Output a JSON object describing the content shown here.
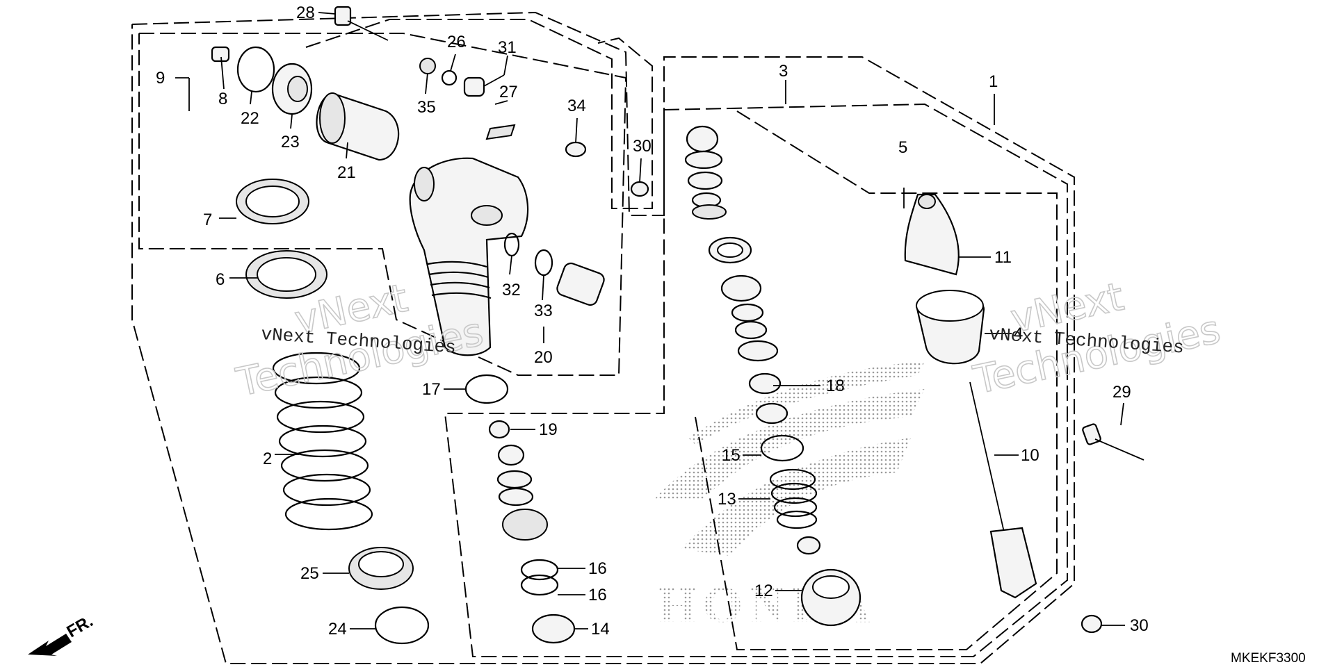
{
  "diagram_code": "MKEKF3300",
  "watermark": {
    "brand_top": "vNext",
    "brand_bottom": "Technologies",
    "caption": "vNext Technologies"
  },
  "logo_text": "HONDA",
  "front_label": "FR.",
  "callouts": {
    "c1": "1",
    "c2": "2",
    "c3": "3",
    "c4": "4",
    "c5": "5",
    "c6": "6",
    "c7": "7",
    "c8": "8",
    "c9": "9",
    "c10": "10",
    "c11": "11",
    "c12": "12",
    "c13": "13",
    "c14": "14",
    "c15": "15",
    "c16a": "16",
    "c16b": "16",
    "c17": "17",
    "c18": "18",
    "c19": "19",
    "c20": "20",
    "c21": "21",
    "c22": "22",
    "c23": "23",
    "c24": "24",
    "c25": "25",
    "c26": "26",
    "c27": "27",
    "c28": "28",
    "c29": "29",
    "c30a": "30",
    "c30b": "30",
    "c31": "31",
    "c32": "32",
    "c33": "33",
    "c34": "34",
    "c35": "35"
  },
  "colors": {
    "ink": "#000000",
    "watermark": "#c8c8c8",
    "dot_fill": "#9a9a9a"
  }
}
